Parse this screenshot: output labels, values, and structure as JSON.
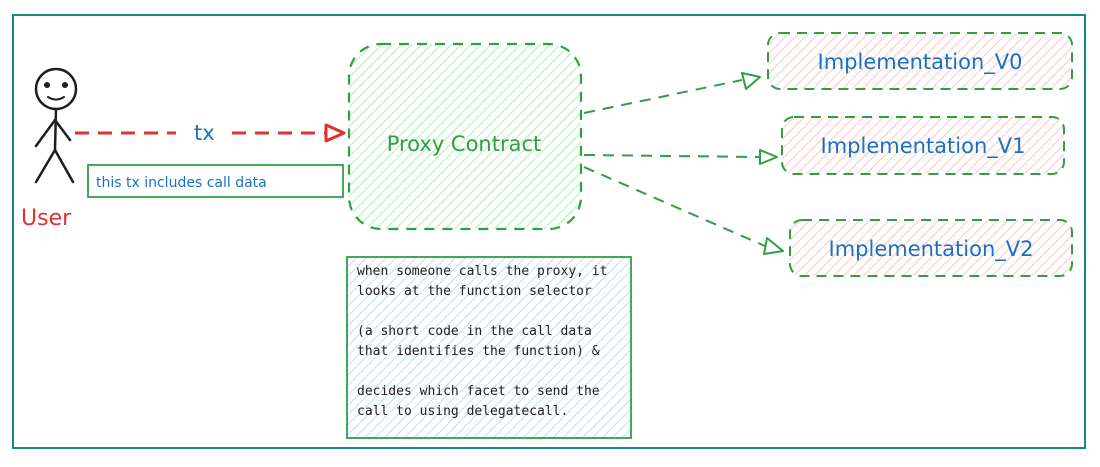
{
  "user": {
    "label": "User",
    "note": "this tx includes call data"
  },
  "transaction": {
    "label": "tx"
  },
  "proxy": {
    "label": "Proxy Contract"
  },
  "implementations": [
    {
      "label": "Implementation_V0"
    },
    {
      "label": "Implementation_V1"
    },
    {
      "label": "Implementation_V2"
    }
  ],
  "explanation": {
    "lines": [
      "when someone calls the proxy, it",
      "looks at the function selector",
      "",
      "(a short code in the call data",
      "that identifies the function) &",
      "",
      "decides which facet to send the",
      "call to using delegatecall."
    ]
  },
  "colors": {
    "frame": "#128a8a",
    "user": "#e03131",
    "tx_arrow": "#e03131",
    "tx_label": "#1971c2",
    "note_border": "#2f9e44",
    "note_text": "#1971c2",
    "proxy_border": "#2f9e44",
    "proxy_fill": "#b2f2bb",
    "proxy_text": "#2f9e44",
    "impl_border": "#2f9e44",
    "impl_fill": "#ffc9c9",
    "impl_text": "#1971c2",
    "links": "#2f9e44",
    "explanation_border": "#2f9e44",
    "explanation_fill": "#a5d8ff"
  }
}
